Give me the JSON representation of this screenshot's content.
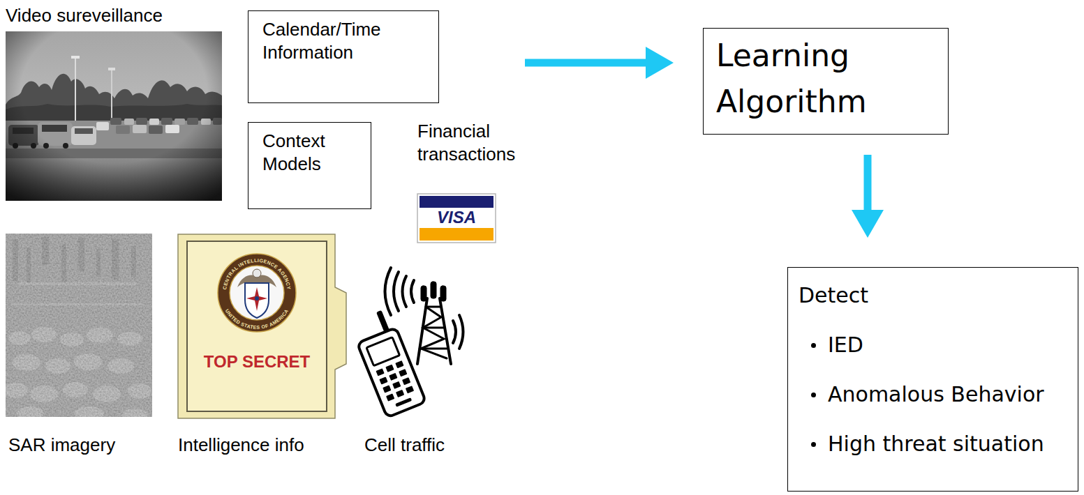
{
  "diagram": {
    "nodes": [
      {
        "text": [
          "Calendar/Time Information"
        ]
      },
      {
        "text": [
          "Context Models"
        ]
      },
      {
        "text": [
          "Learning Algorithm"
        ]
      },
      {
        "text": [
          "Detect",
          "IED",
          "Anomalous Behavior",
          "High threat situation"
        ]
      }
    ],
    "edges": [
      {
        "from": 0,
        "to": 2,
        "arrow": "to"
      },
      {
        "from": 2,
        "to": 3,
        "arrow": "to"
      }
    ],
    "labels": [
      "Video sureveillance",
      "Financial transactions",
      "VISA",
      "SAR imagery",
      "Intelligence info",
      "Cell traffic",
      "TOP SECRET",
      "CENTRAL INTELLIGENCE AGENCY",
      "UNITED STATES OF AMERICA"
    ]
  }
}
